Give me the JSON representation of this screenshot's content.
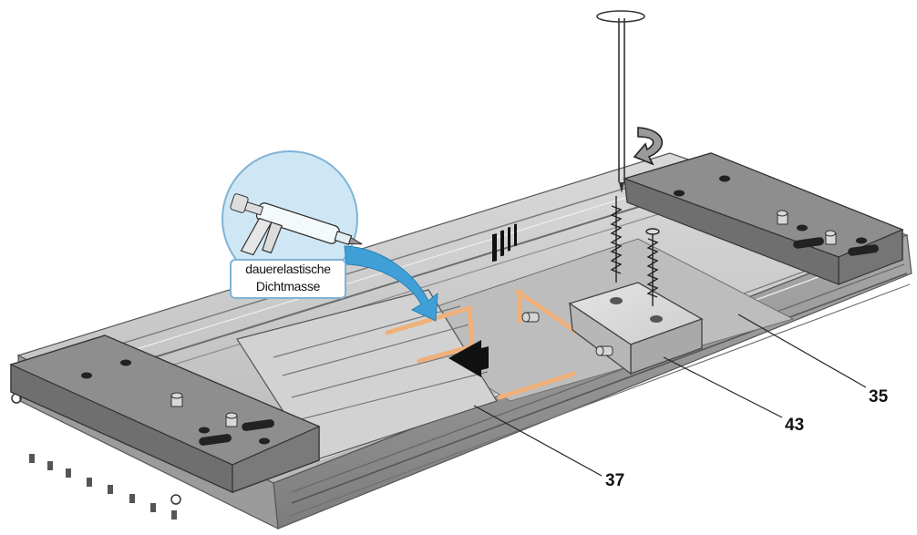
{
  "callout": {
    "line1": "dauerelastische",
    "line2": "Dichtmasse",
    "icon": "caulking-gun-icon"
  },
  "parts": [
    {
      "id": "part-35",
      "label": "35"
    },
    {
      "id": "part-43",
      "label": "43"
    },
    {
      "id": "part-37",
      "label": "37"
    }
  ],
  "colors": {
    "sealant": "#f0b07a",
    "callout_border": "#7fb3d6",
    "circle_fill": "#cfe6f4",
    "arrow": "#3f9fd6",
    "metal_top": "#c9c9c9",
    "metal_dark": "#8c8c8c",
    "plate": "#8a8a8a"
  }
}
